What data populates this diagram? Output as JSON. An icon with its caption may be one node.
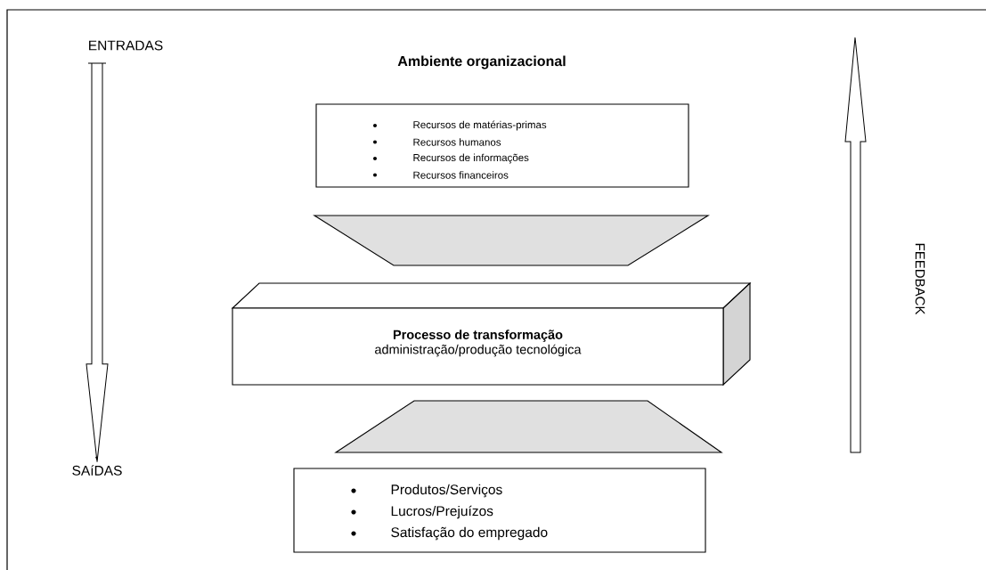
{
  "diagram": {
    "title": "Ambiente  organizacional",
    "nodes": [
      {
        "text": [
          "ENTRADAS"
        ]
      },
      {
        "text": [
          "SAíDAS"
        ]
      },
      {
        "text": [
          "Recursos de  matérias-primas",
          "Recursos humanos",
          "Recursos de informações",
          "Recursos financeiros"
        ]
      },
      {
        "text": [],
        "shape": "trapezoid"
      },
      {
        "text": [
          "Processo de transformação",
          "administração/produção tecnológica"
        ]
      },
      {
        "text": [],
        "shape": "trapezoid"
      },
      {
        "text": [
          "Produtos/Serviços",
          "Lucros/Prejuízos",
          "Satisfação do empregado"
        ]
      }
    ],
    "edges": [
      {
        "from": 0,
        "to": 1,
        "arrow": "to"
      }
    ],
    "labels": [
      "FEEDBACK"
    ]
  }
}
